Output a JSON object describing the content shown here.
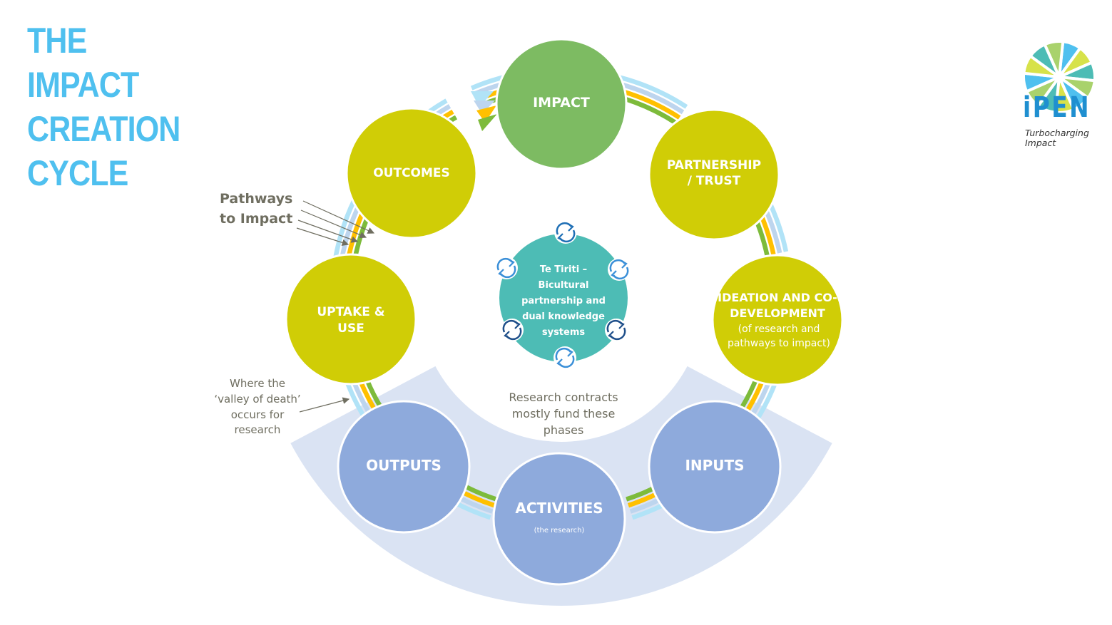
{
  "title": {
    "lines": [
      "THE",
      "IMPACT",
      "CREATION",
      "CYCLE"
    ]
  },
  "logo": {
    "wordmark": "iPEN",
    "tagline_line1": "Turbocharging",
    "tagline_line2": "Impact",
    "icon": "segmented-circle-logo"
  },
  "colors": {
    "title_blue": "#4fc0ef",
    "impact_green": "#7dbb62",
    "stage_yellow": "#d0cd06",
    "research_blue": "#8eaadc",
    "band_blue": "#dae3f3",
    "center_teal": "#4dbcb5",
    "path_lightblue": "#b1e3f7",
    "path_paleblue": "#bdd5ee",
    "path_orange": "#ffc000",
    "path_green": "#7dbb3b",
    "annotation_grey": "#6f6e60"
  },
  "nodes": {
    "impact": {
      "label": "IMPACT"
    },
    "partnership": {
      "label_line1": "PARTNERSHIP",
      "label_line2": "/ TRUST"
    },
    "ideation": {
      "label_line1": "IDEATION AND CO-",
      "label_line2": "DEVELOPMENT",
      "sub_line1": "(of research and",
      "sub_line2": "pathways to impact)"
    },
    "inputs": {
      "label": "INPUTS"
    },
    "activities": {
      "label": "ACTIVITIES",
      "sub": "(the research)"
    },
    "outputs": {
      "label": "OUTPUTS"
    },
    "uptake": {
      "label_line1": "UPTAKE &",
      "label_line2": "USE"
    },
    "outcomes": {
      "label": "OUTCOMES"
    }
  },
  "center": {
    "lines": [
      "Te Tiriti –",
      "Bicultural",
      "partnership and",
      "dual knowledge",
      "systems"
    ],
    "icon": "cycle-arrows-icon"
  },
  "annotations": {
    "pathways": {
      "line1": "Pathways",
      "line2": "to Impact"
    },
    "valley": {
      "lines": [
        "Where the",
        "‘valley of death’",
        "occurs for",
        "research"
      ]
    },
    "research_funding": {
      "lines": [
        "Research contracts",
        "mostly fund these",
        "phases"
      ]
    }
  }
}
